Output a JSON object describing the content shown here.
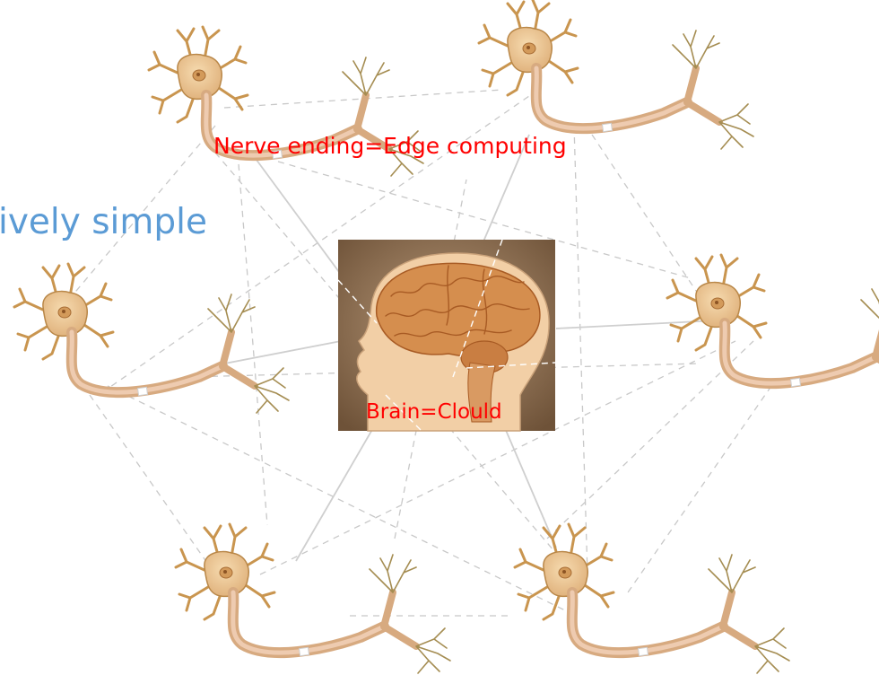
{
  "side_text": "ively simple",
  "edge_label": "Nerve ending=Edge computing",
  "brain_label": "Brain=Clould",
  "colors": {
    "side_text": "#5b9bd5",
    "label": "#ff0000",
    "dashed_line": "#c8c8c8",
    "solid_line": "#cfcfcf",
    "neuron_body": "#e9c48f",
    "neuron_outline": "#b98748",
    "nucleus": "#d39a5a",
    "axon": "#d7aa80",
    "axon_core": "#eecbb0",
    "terminal": "#a58d52",
    "brain_bg": "#8a6a4a",
    "brain": "#d58e4e",
    "brain_fold": "#a85b24",
    "head": "#f2cfa6"
  },
  "icons": [
    "neuron-icon",
    "brain-head-illustration"
  ]
}
